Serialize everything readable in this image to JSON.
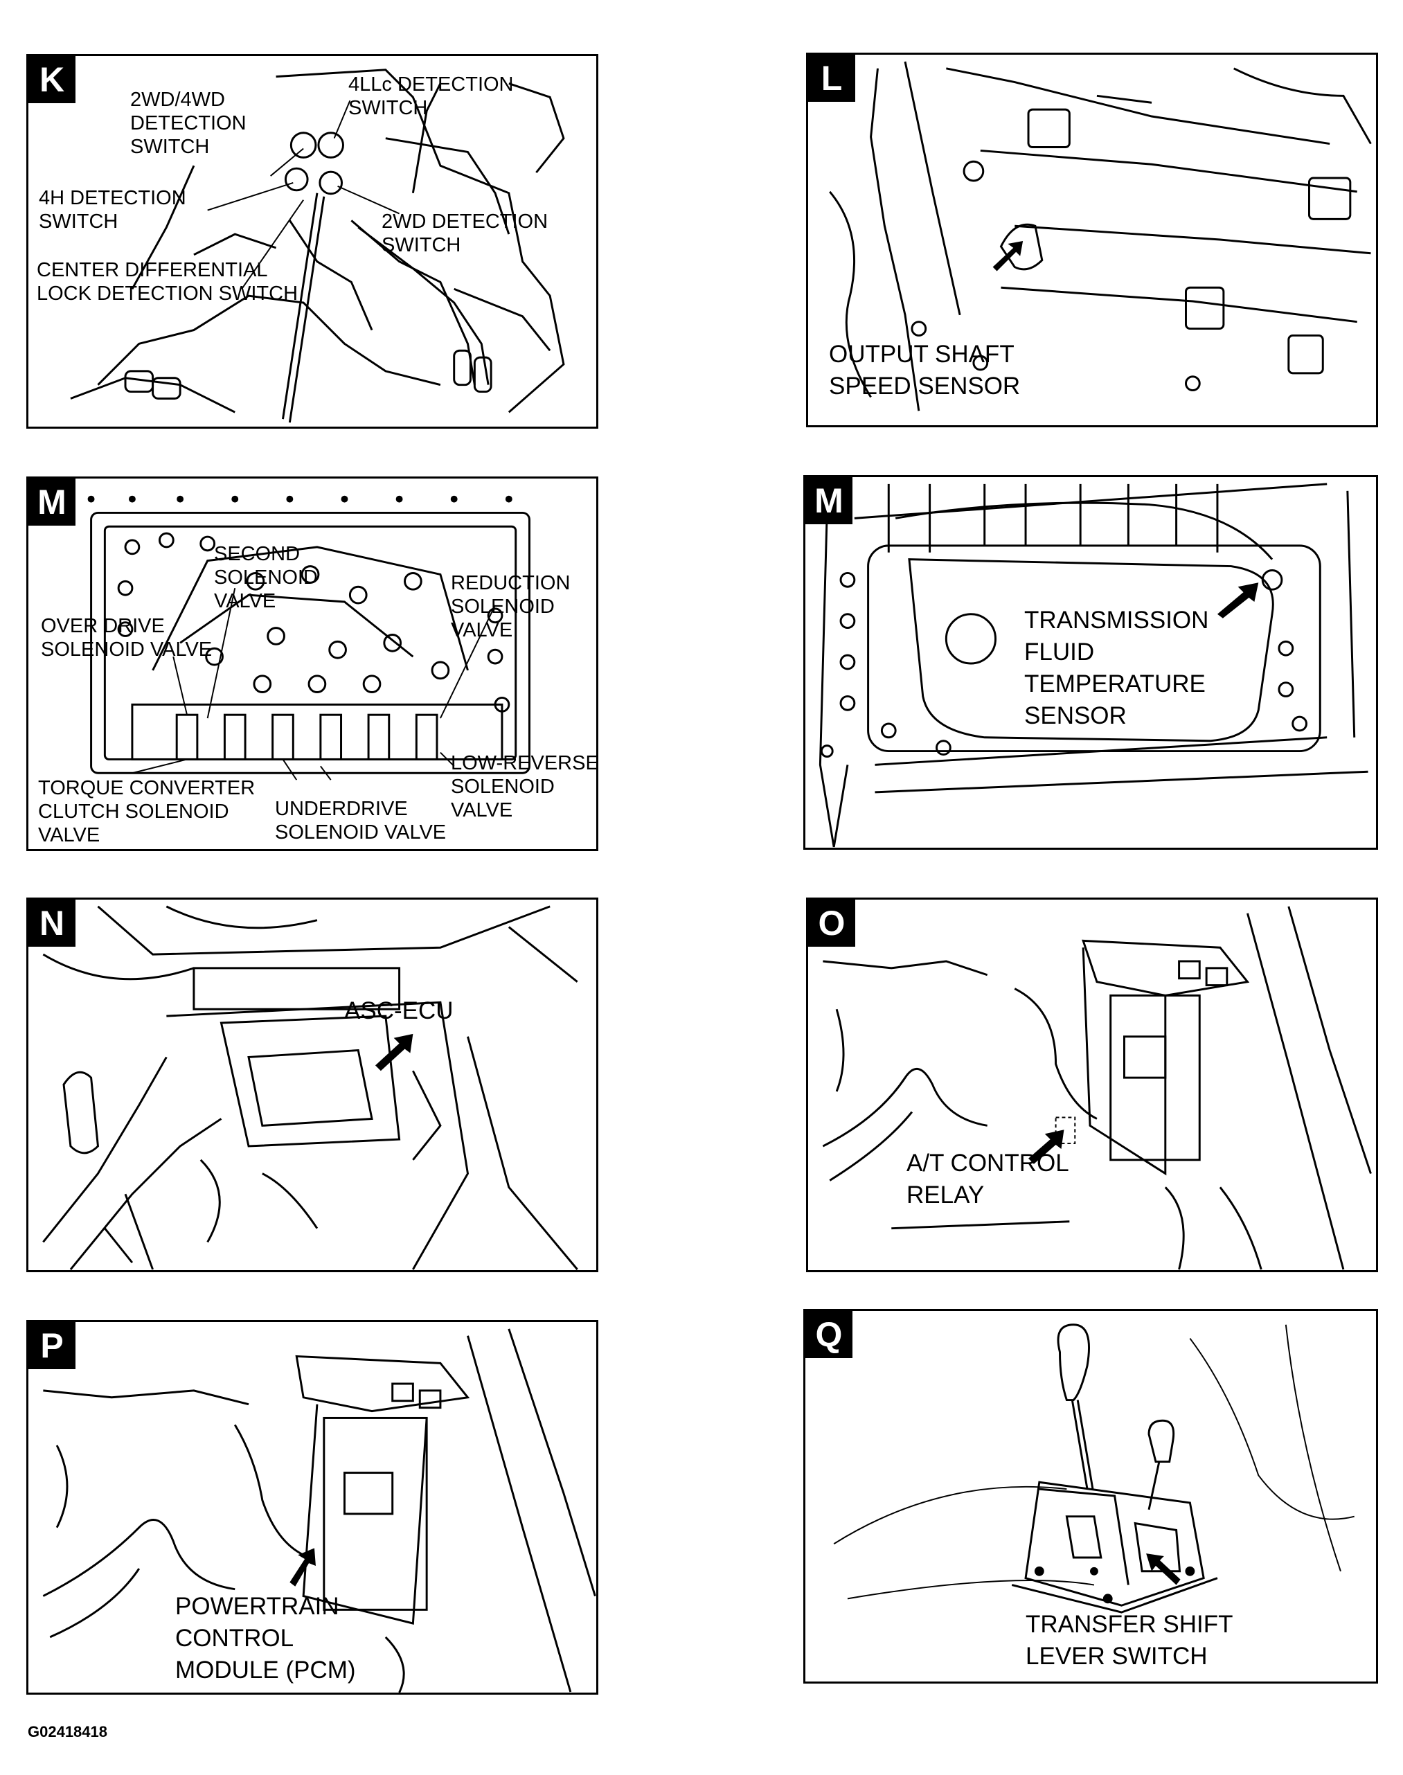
{
  "figure_code": "G02418418",
  "panels": {
    "K": {
      "letter": "K",
      "labels": {
        "4llc": "4LLc DETECTION\nSWITCH",
        "2wd4wd": "2WD/4WD\nDETECTION\nSWITCH",
        "4h": "4H DETECTION\nSWITCH",
        "2wd": "2WD DETECTION\nSWITCH",
        "cdl": "CENTER DIFFERENTIAL\nLOCK DETECTION SWITCH"
      }
    },
    "L": {
      "letter": "L",
      "labels": {
        "oss": "OUTPUT SHAFT\nSPEED SENSOR"
      }
    },
    "M1": {
      "letter": "M",
      "labels": {
        "second": "SECOND\nSOLENOID\nVALVE",
        "reduction": "REDUCTION\nSOLENOID\nVALVE",
        "overdrive": "OVER DRIVE\nSOLENOID VALVE",
        "lowrev": "LOW-REVERSE\nSOLENOID\nVALVE",
        "tcc": "TORQUE CONVERTER\nCLUTCH SOLENOID\nVALVE",
        "underdrive": "UNDERDRIVE\nSOLENOID VALVE"
      }
    },
    "M2": {
      "letter": "M",
      "labels": {
        "tft": "TRANSMISSION\nFLUID\nTEMPERATURE\nSENSOR"
      }
    },
    "N": {
      "letter": "N",
      "labels": {
        "asc": "ASC-ECU"
      }
    },
    "O": {
      "letter": "O",
      "labels": {
        "relay": "A/T CONTROL\nRELAY"
      }
    },
    "P": {
      "letter": "P",
      "labels": {
        "pcm": "POWERTRAIN\nCONTROL\nMODULE (PCM)"
      }
    },
    "Q": {
      "letter": "Q",
      "labels": {
        "tsls": "TRANSFER SHIFT\nLEVER SWITCH"
      }
    }
  }
}
